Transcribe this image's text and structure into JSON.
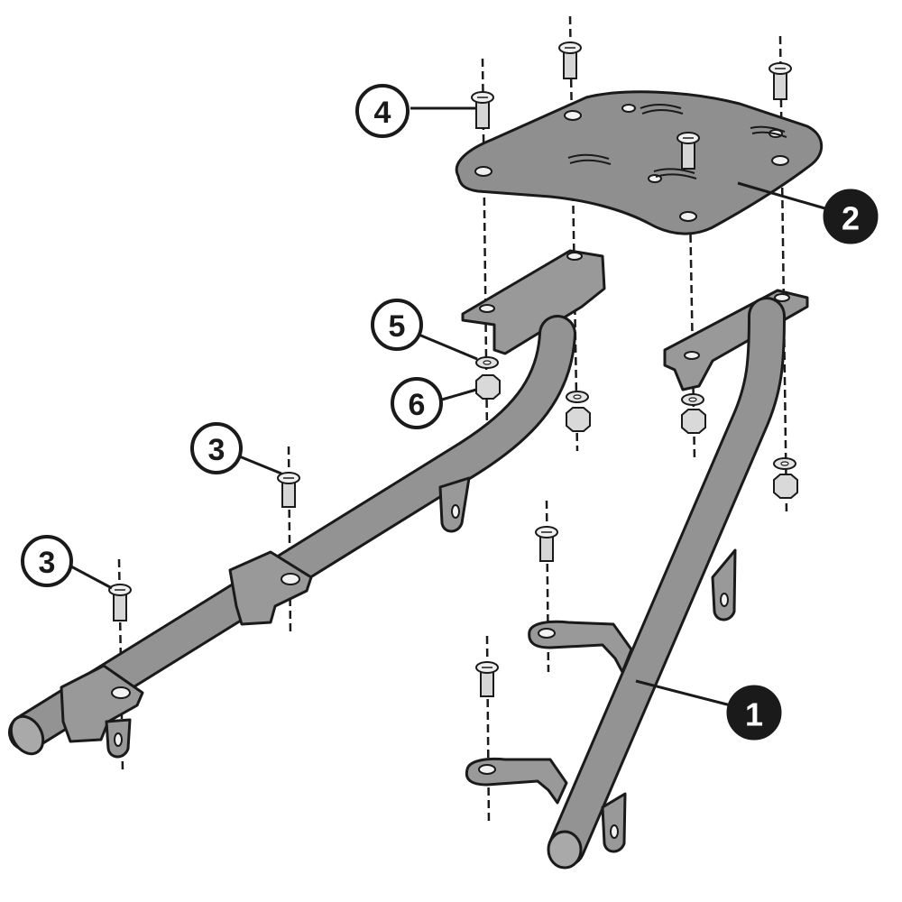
{
  "callouts": [
    {
      "id": "rack-frame",
      "label": "1",
      "style": "solid"
    },
    {
      "id": "top-plate",
      "label": "2",
      "style": "solid"
    },
    {
      "id": "rear-mount-bolt",
      "label": "3",
      "style": "open"
    },
    {
      "id": "front-mount-bolt",
      "label": "3",
      "style": "open"
    },
    {
      "id": "plate-bolt",
      "label": "4",
      "style": "open"
    },
    {
      "id": "washer",
      "label": "5",
      "style": "open"
    },
    {
      "id": "lock-nut",
      "label": "6",
      "style": "open"
    }
  ],
  "colors": {
    "line": "#1a1a1a",
    "part_fill": "#8f8f8f",
    "background": "#ffffff"
  }
}
